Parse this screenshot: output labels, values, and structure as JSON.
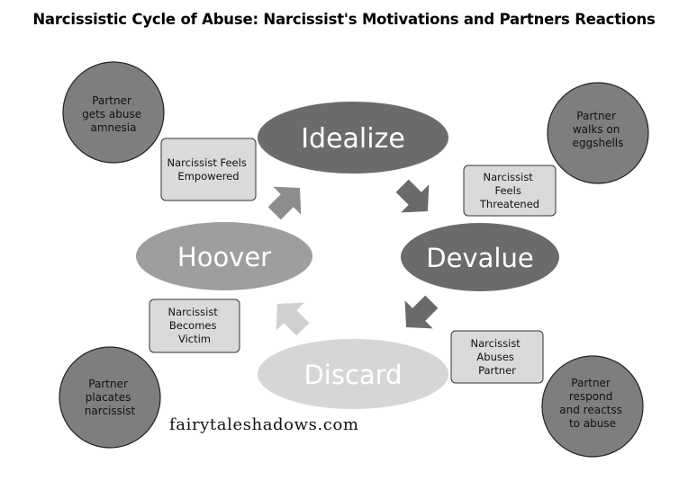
{
  "title": "Narcissistic Cycle of Abuse: Narcissist's Motivations and Partners Reactions",
  "stages": {
    "idealize": "Idealize",
    "devalue": "Devalue",
    "discard": "Discard",
    "hoover": "Hoover"
  },
  "narcissist_boxes": {
    "empowered": [
      "Narcissist Feels",
      "Empowered"
    ],
    "threatened": [
      "Narcissist",
      "Feels",
      "Threatened"
    ],
    "abuses": [
      "Narcissist",
      "Abuses",
      "Partner"
    ],
    "victim": [
      "Narcissist",
      "Becomes",
      "Victim"
    ]
  },
  "partner_circles": {
    "amnesia": [
      "Partner",
      "gets abuse",
      "amnesia"
    ],
    "eggshells": [
      "Partner",
      "walks on",
      "eggshells"
    ],
    "respond": [
      "Partner",
      "respond",
      "and reactss",
      "to abuse"
    ],
    "placates": [
      "Partner",
      "placates",
      "narcissist"
    ]
  },
  "watermark": "fairytaleshadows.com",
  "colors": {
    "idealize": "#6b6b6b",
    "devalue": "#6b6b6b",
    "discard": "#d6d6d6",
    "hoover": "#9e9e9e",
    "circle": "#7e7e7e",
    "box": "#dadada",
    "arrow_dark": "#6a6a6a",
    "arrow_light": "#d0d0d0",
    "arrow_mid": "#8d8d8d"
  }
}
